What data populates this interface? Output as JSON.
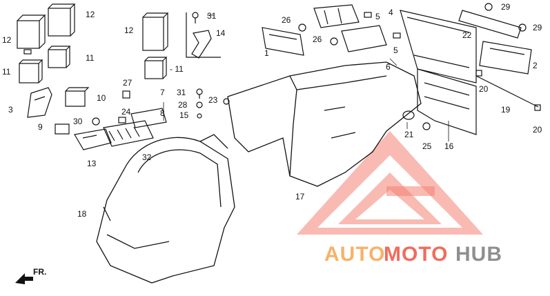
{
  "diagram": {
    "labels": {
      "l1": "1",
      "l2": "2",
      "l3": "3",
      "l4": "4",
      "l5a": "5",
      "l5b": "5",
      "l6": "6",
      "l7": "7",
      "l8": "8",
      "l9": "9",
      "l10": "10",
      "l11a": "11",
      "l11b": "11",
      "l11c": "- 11",
      "l12a": "12",
      "l12b": "12",
      "l12c": "12",
      "l13": "13",
      "l14": "14",
      "l15": "15",
      "l16": "16",
      "l17": "17",
      "l18": "18",
      "l19": "19",
      "l20a": "20",
      "l20b": "20",
      "l21": "21",
      "l22": "22",
      "l23": "23",
      "l24": "24",
      "l25": "25",
      "l26a": "26",
      "l26b": "26",
      "l27": "27",
      "l28": "28",
      "l29a": "29",
      "l29b": "29",
      "l30": "30",
      "l31a": "31",
      "l31b": "31",
      "l32": "32"
    },
    "fr_label": "FR.",
    "colors": {
      "line": "#111111",
      "watermark_red": "#f26b5b",
      "watermark_orange": "#f7b267",
      "watermark_gray": "#8f8f8f"
    }
  },
  "watermark": {
    "part1": "AUTO",
    "part2": "MOTO",
    "part3": "HUB"
  }
}
